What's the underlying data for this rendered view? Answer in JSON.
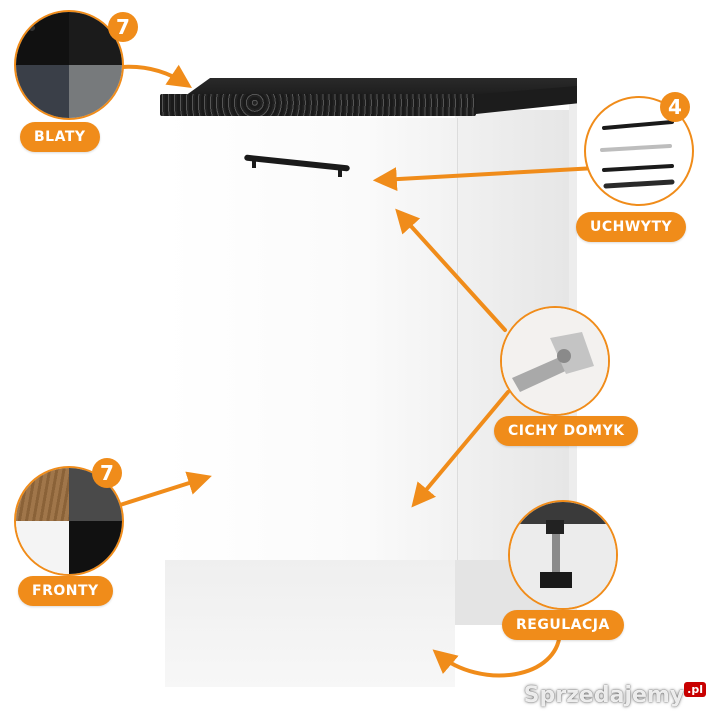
{
  "labels": {
    "blaty": "BLATY",
    "uchwyty": "UCHWYTY",
    "cichy_domyk": "CICHY DOMYK",
    "fronty": "FRONTY",
    "regulacja": "REGULACJA"
  },
  "badges": {
    "blaty_count": "7",
    "uchwyty_count": "4",
    "fronty_count": "7"
  },
  "watermark": {
    "text": "Sprzedajemy",
    "suffix": ".pl"
  },
  "colors": {
    "accent": "#f08c1a",
    "worktop": "#1a1a1a",
    "cabinet": "#ffffff"
  }
}
